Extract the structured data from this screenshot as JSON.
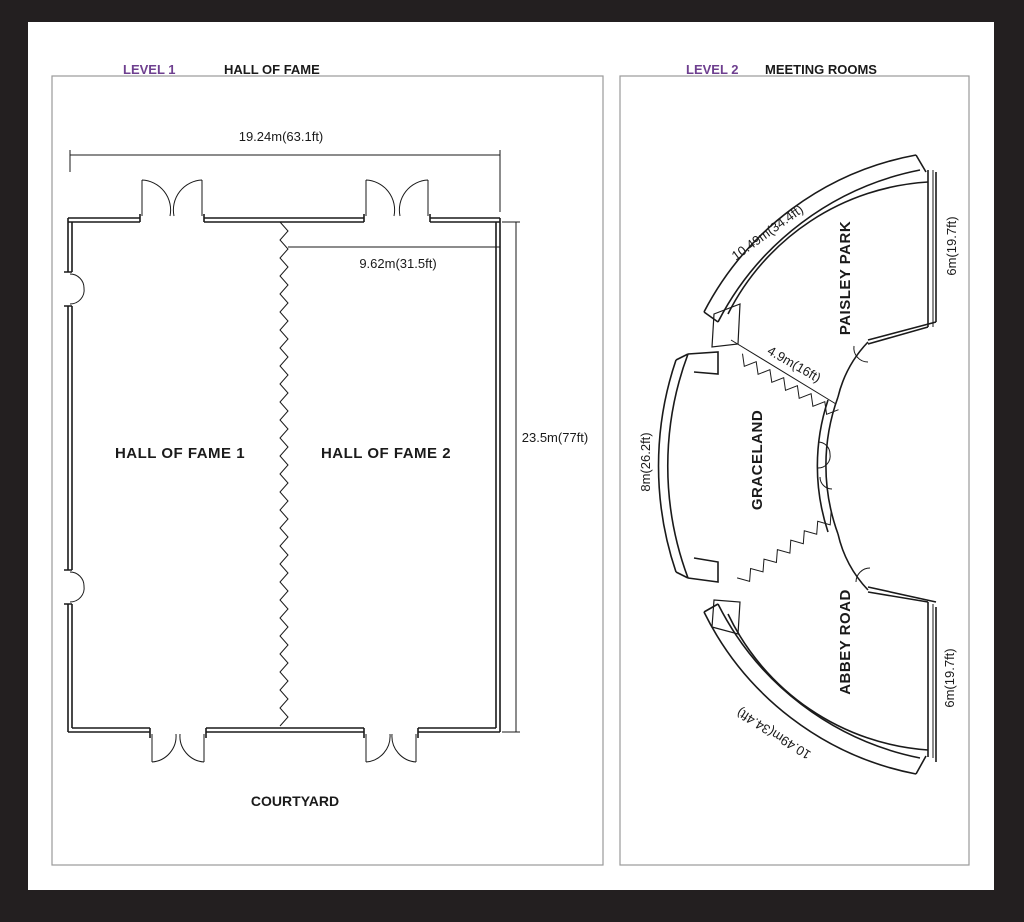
{
  "level1": {
    "level_label": "LEVEL 1",
    "title": "HALL OF FAME",
    "rooms": [
      "HALL OF FAME 1",
      "HALL OF FAME 2"
    ],
    "width_dim": "19.24m(63.1ft)",
    "half_width_dim": "9.62m(31.5ft)",
    "depth_dim": "23.5m(77ft)",
    "outside_label": "COURTYARD"
  },
  "level2": {
    "level_label": "LEVEL 2",
    "title": "MEETING ROOMS",
    "rooms": {
      "top": "PAISLEY PARK",
      "middle": "GRACELAND",
      "bottom": "ABBEY ROAD"
    },
    "dims": {
      "top_arc": "10.49m(34.4ft)",
      "top_side": "6m(19.7ft)",
      "inner": "4.9m(16ft)",
      "middle_arc": "8m(26.2ft)",
      "bottom_side": "6m(19.7ft)",
      "bottom_arc": "10.49m(34.4ft)"
    }
  },
  "colors": {
    "frame": "#231f20",
    "sheet": "#ffffff",
    "level_accent": "#6e3f8f",
    "panel_border": "#9a9a9a",
    "ink": "#1a1a1a"
  }
}
